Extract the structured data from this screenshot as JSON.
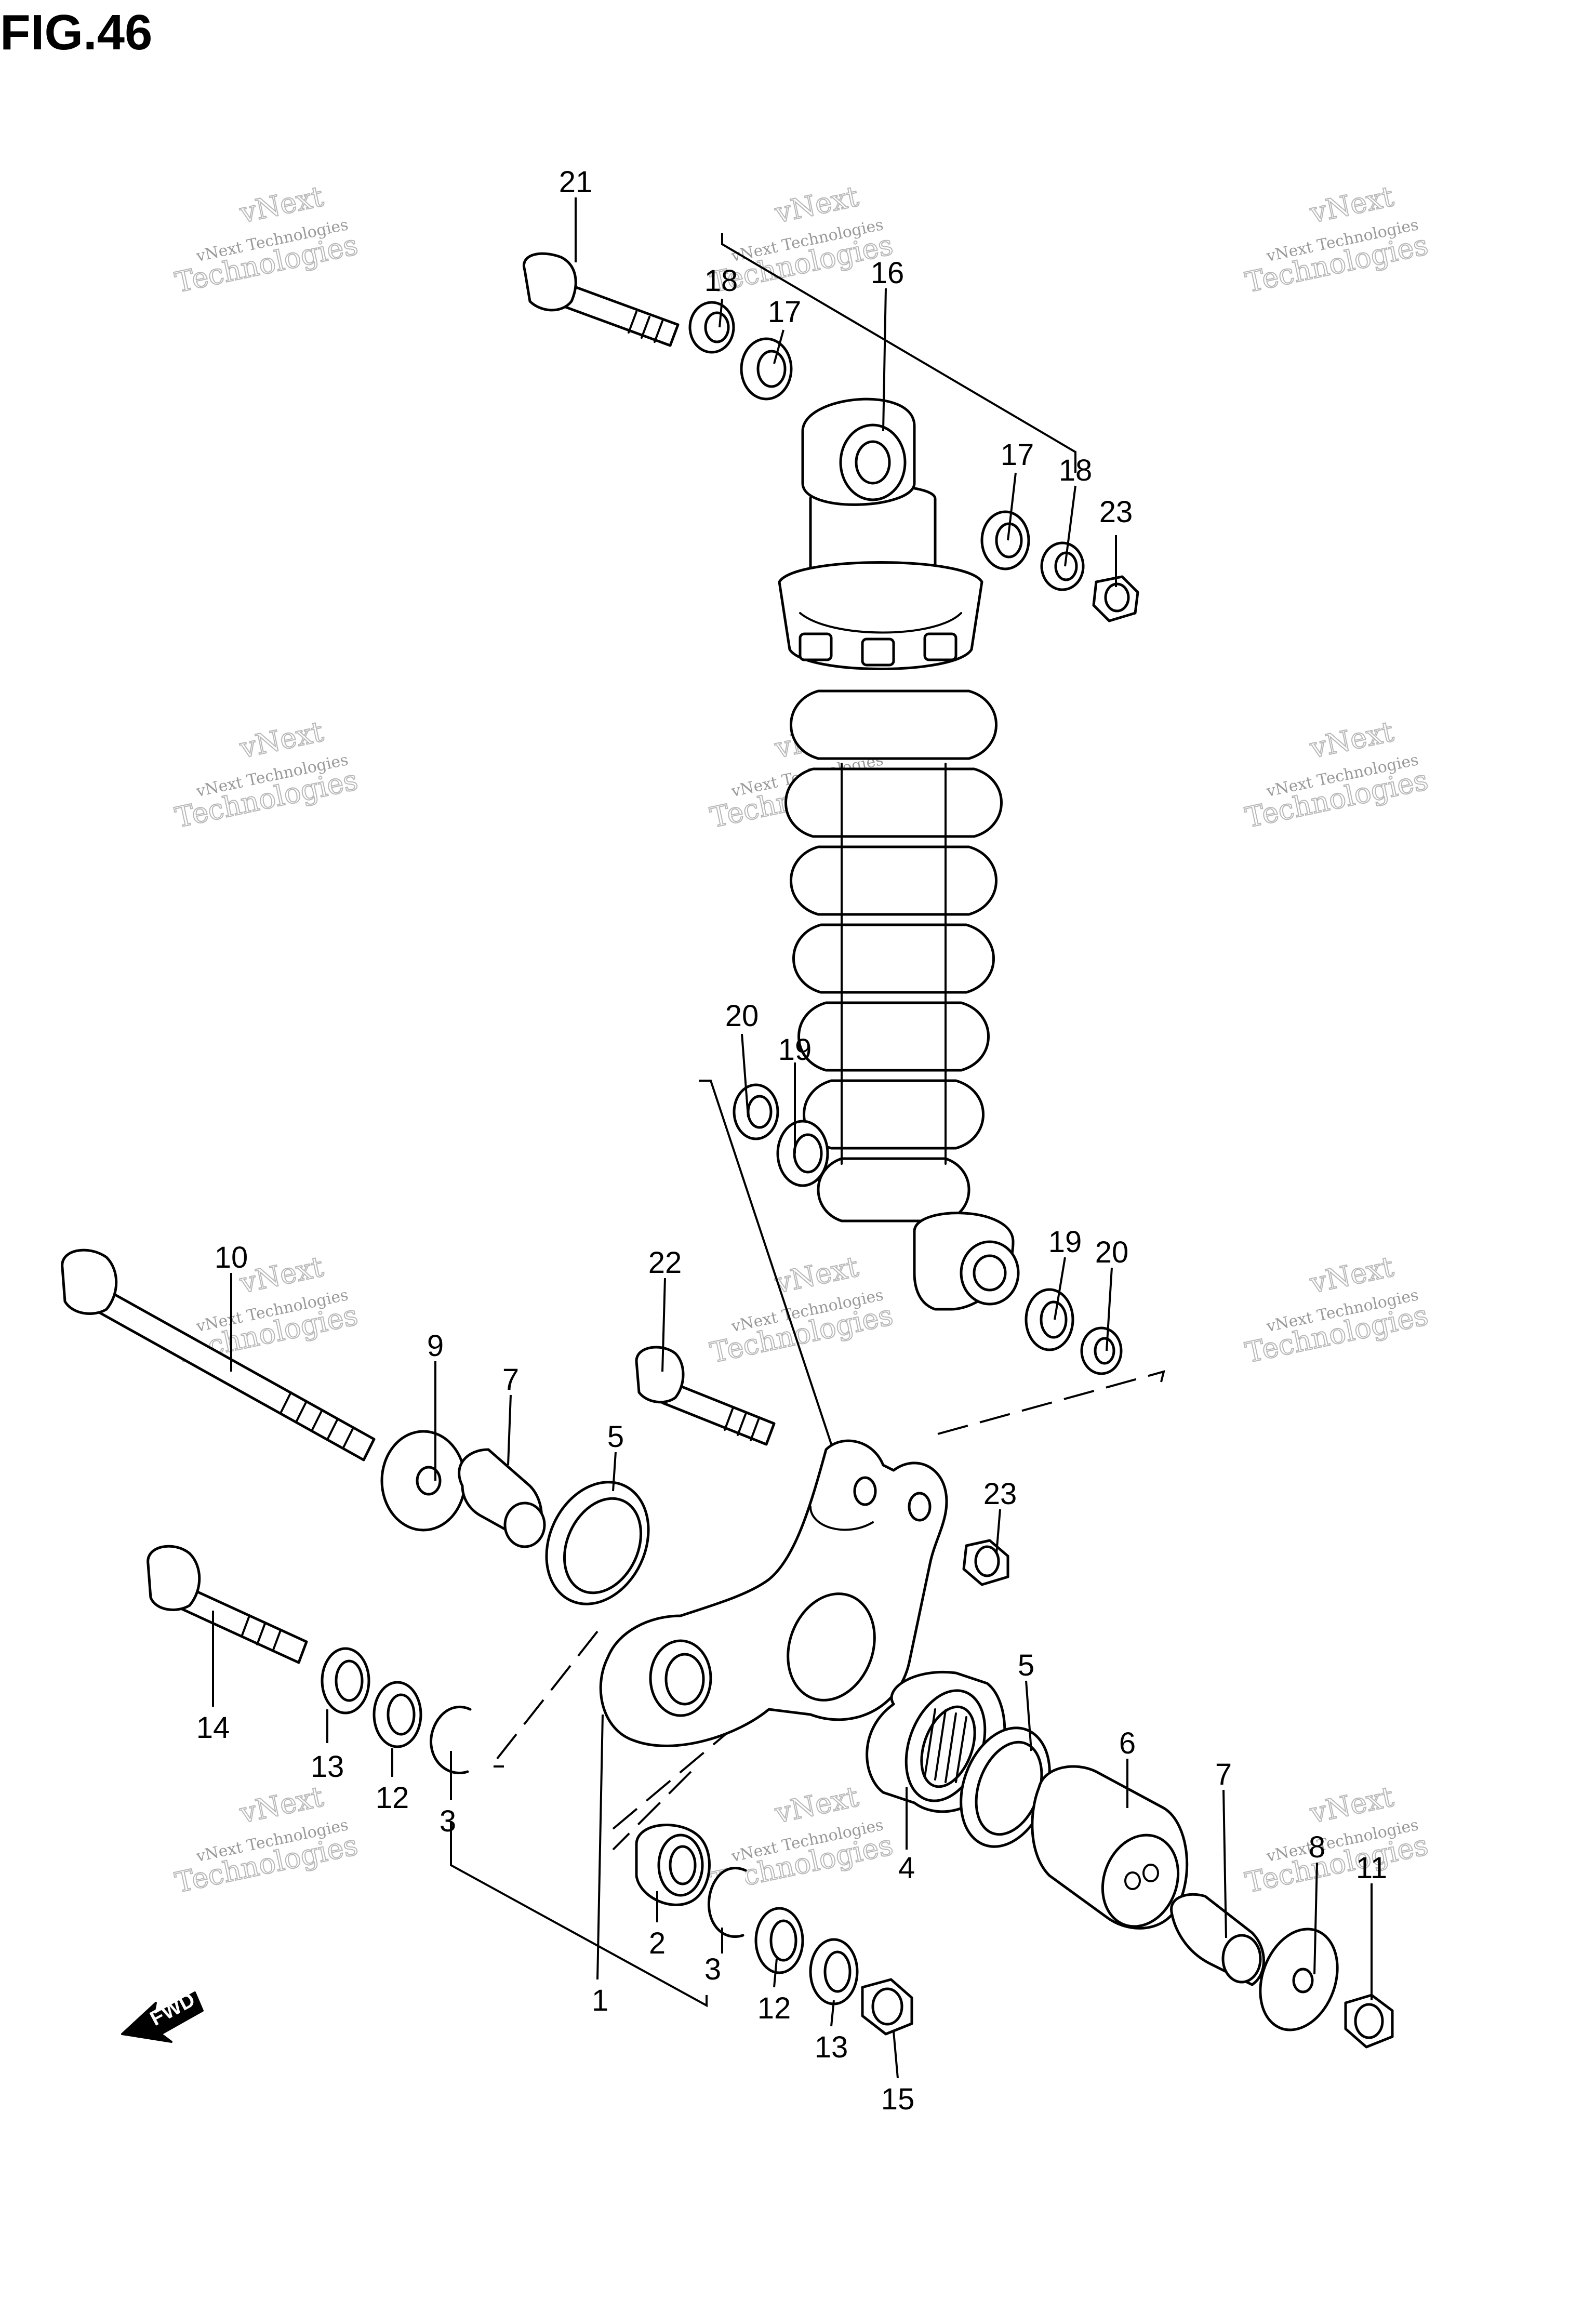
{
  "figure": {
    "title": "FIG.46"
  },
  "watermark": {
    "line1": "vNext",
    "line2": "vNext Technologies",
    "line3": "Technologies"
  },
  "fwd": {
    "label": "FWD"
  },
  "callouts": {
    "c1": "1",
    "c2": "2",
    "c3a": "3",
    "c3b": "3",
    "c4": "4",
    "c5a": "5",
    "c5b": "5",
    "c6": "6",
    "c7a": "7",
    "c7b": "7",
    "c8": "8",
    "c9": "9",
    "c10": "10",
    "c11": "11",
    "c12a": "12",
    "c12b": "12",
    "c13a": "13",
    "c13b": "13",
    "c14": "14",
    "c15": "15",
    "c16": "16",
    "c17a": "17",
    "c17b": "17",
    "c18a": "18",
    "c18b": "18",
    "c19a": "19",
    "c19b": "19",
    "c20a": "20",
    "c20b": "20",
    "c21": "21",
    "c22": "22",
    "c23a": "23",
    "c23b": "23"
  }
}
